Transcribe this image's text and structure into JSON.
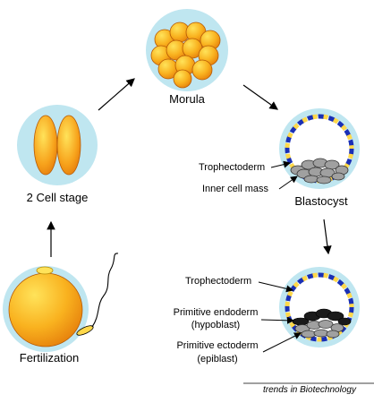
{
  "stages": {
    "morula": "Morula",
    "blastocyst": "Blastocyst",
    "two_cell": "2 Cell stage",
    "fertilization": "Fertilization"
  },
  "labels": {
    "trophectoderm_1": "Trophectoderm",
    "inner_cell_mass": "Inner cell mass",
    "trophectoderm_2": "Trophectoderm",
    "primitive_endoderm_1": "Primitive endoderm",
    "primitive_endoderm_2": "(hypoblast)",
    "primitive_ectoderm_1": "Primitive ectoderm",
    "primitive_ectoderm_2": "(epiblast)"
  },
  "credit": "trends in Biotechnology",
  "colors": {
    "zona": "#bfe6f0",
    "cell_orange": "#f7a21b",
    "cell_yellow": "#ffd84a",
    "trophectoderm_blue": "#1a2fb5",
    "trophectoderm_yellow": "#ffd84a",
    "icm_gray": "#9a9a9a",
    "endoderm_black": "#1a1a1a"
  }
}
